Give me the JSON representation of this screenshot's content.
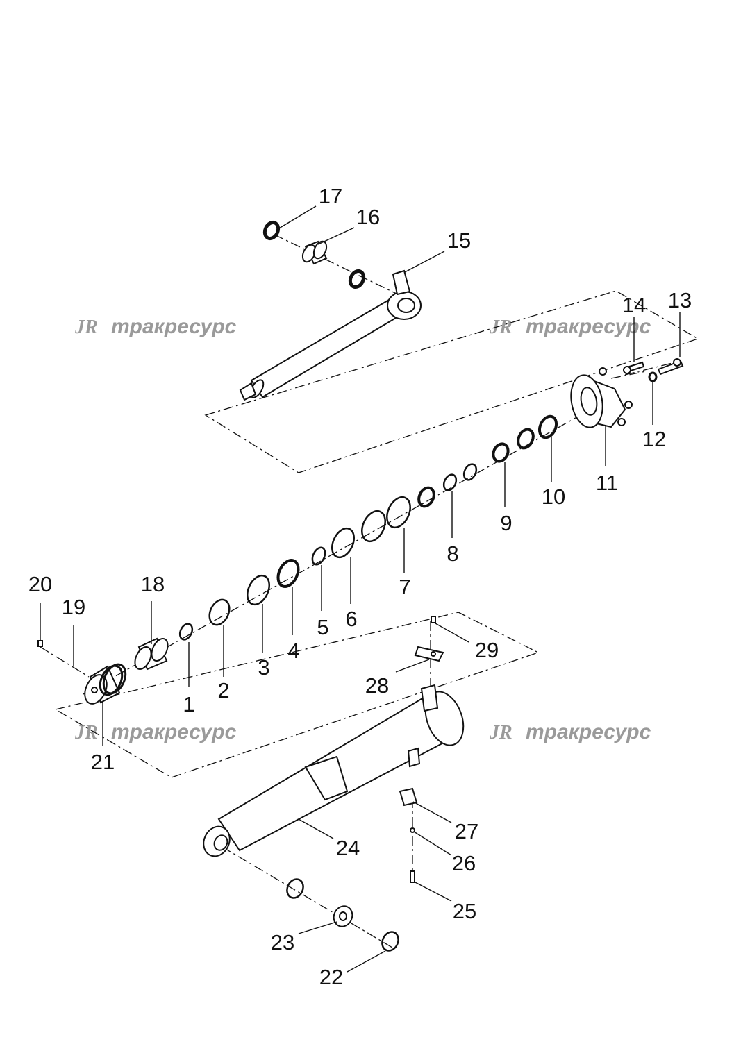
{
  "watermark": {
    "logo": "JR",
    "text": "тракресурс"
  },
  "callouts": [
    "1",
    "2",
    "3",
    "4",
    "5",
    "6",
    "7",
    "8",
    "9",
    "10",
    "11",
    "12",
    "13",
    "14",
    "15",
    "16",
    "17",
    "18",
    "19",
    "20",
    "21",
    "22",
    "23",
    "24",
    "25",
    "26",
    "27",
    "28",
    "29"
  ],
  "colors": {
    "line": "#111111",
    "watermark": "#9a9a9a",
    "background": "#ffffff"
  }
}
